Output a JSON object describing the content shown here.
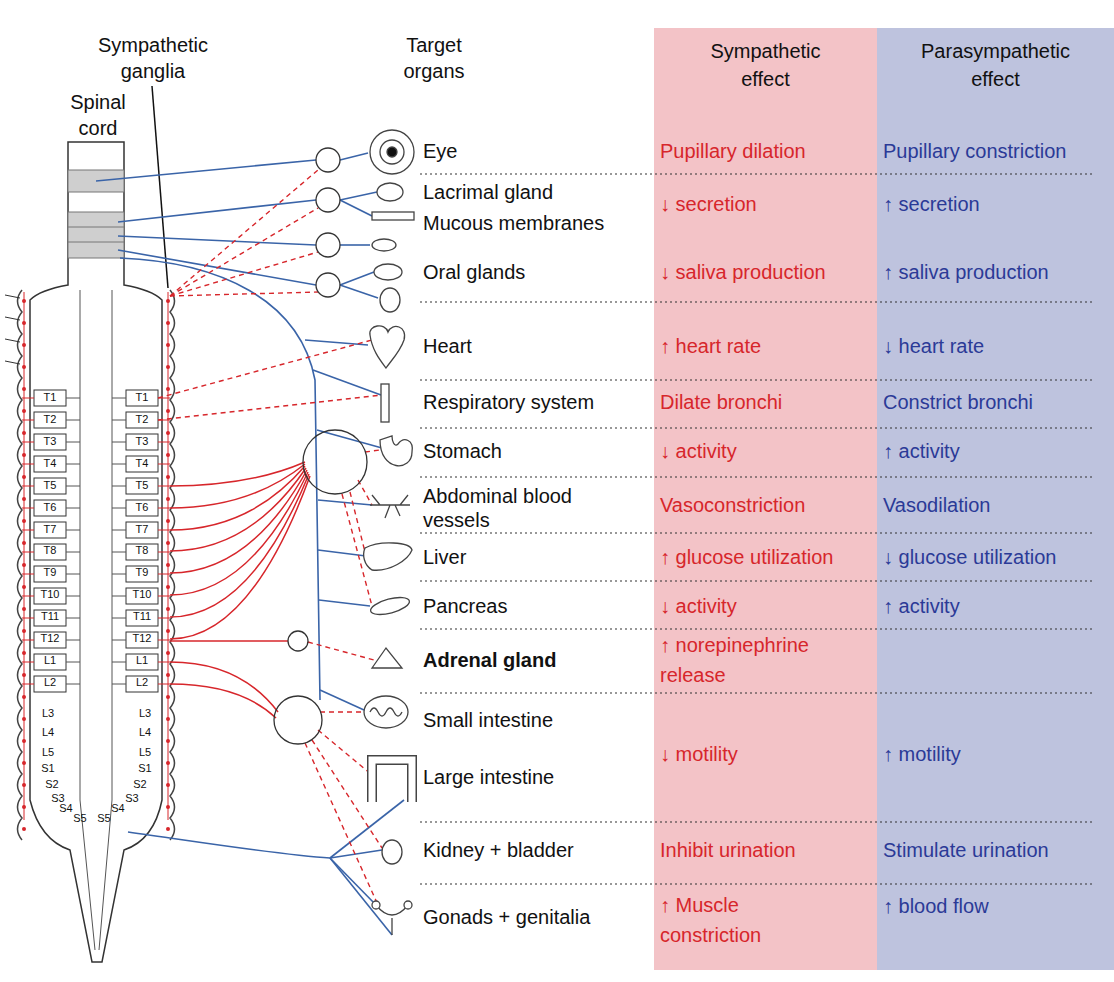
{
  "diagram": {
    "nodes": [
      {
        "text": [
          "Sympathetic effect",
          "Pupillary dilation",
          "↓ secretion",
          "↓ saliva production",
          "↑ heart rate",
          "Dilate bronchi",
          "↓ activity",
          "Vasoconstriction",
          "↑ glucose utilization",
          "↓ activity",
          "↑ norepinephrine release",
          "↓ motility",
          "Inhibit urination",
          "↑  Muscle constriction"
        ]
      },
      {
        "text": [
          "Parasympathetic effect",
          "Pupillary constriction",
          "↑ secretion",
          "↑ saliva production",
          "↓ heart rate",
          "Constrict bronchi",
          "↑ activity",
          "Vasodilation",
          "↓ glucose utilization",
          "↑ activity",
          "↑ motility",
          "Stimulate urination",
          "↑ blood flow"
        ]
      }
    ],
    "labels": [
      "Spinal cord",
      "Sympathetic ganglia",
      "Target organs",
      "Eye",
      "Lacrimal gland",
      "Mucous membranes",
      "Oral glands",
      "Heart",
      "Respiratory system",
      "Stomach",
      "Abdominal blood vessels",
      "Liver",
      "Pancreas",
      "Adrenal gland",
      "Small intestine",
      "Large intestine",
      "Kidney + bladder",
      "Gonads + genitalia",
      "T1",
      "T2",
      "T3",
      "T4",
      "T5",
      "T6",
      "T7",
      "T8",
      "T9",
      "T10",
      "T11",
      "T12",
      "L1",
      "L2",
      "L3",
      "L4",
      "L5",
      "S1",
      "S2",
      "S3",
      "S4",
      "S5",
      "T1",
      "T2",
      "T3",
      "T4",
      "T5",
      "T6",
      "T7",
      "T8",
      "T9",
      "T10",
      "T11",
      "T12",
      "L1",
      "L2",
      "L3",
      "L4",
      "L5",
      "S1",
      "S2",
      "S3",
      "S4",
      "S5"
    ]
  }
}
